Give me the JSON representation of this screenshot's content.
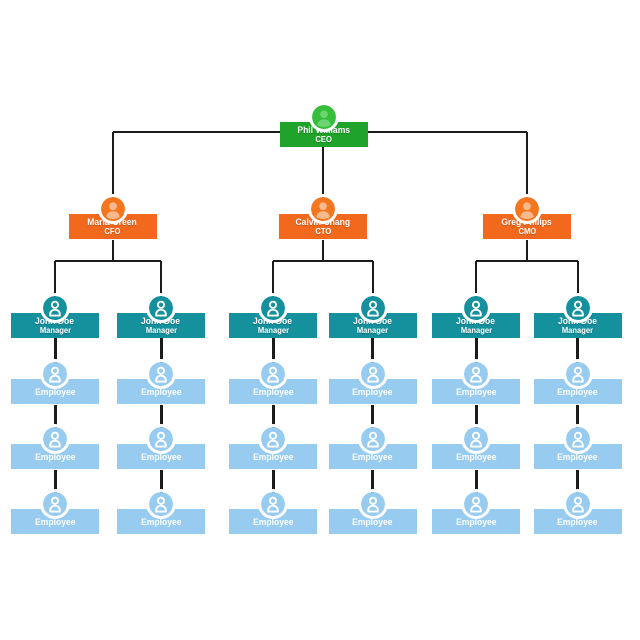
{
  "chart": {
    "type": "org-chart",
    "background": "#ffffff",
    "connector_color": "#1c1c1c",
    "levels": {
      "ceo": {
        "box_color": "#1FA32B",
        "icon_circle": "#36BD3C",
        "icon_person": "#6BD46E",
        "icon_style": "silhouette"
      },
      "executive": {
        "box_color": "#F2691E",
        "icon_circle": "#F4771F",
        "icon_person": "#F8B98D",
        "icon_style": "silhouette"
      },
      "manager": {
        "box_color": "#15909D",
        "icon_circle": "#15909D",
        "icon_person": "#ffffff",
        "icon_style": "outline"
      },
      "employee": {
        "box_color": "#97CBF0",
        "icon_circle": "#97CBF0",
        "icon_person": "#ffffff",
        "icon_style": "outline"
      }
    },
    "ceo": {
      "name": "Phil Williams",
      "title": "CEO"
    },
    "executives": [
      {
        "name": "Maria Green",
        "title": "CFO"
      },
      {
        "name": "Calvin Chang",
        "title": "CTO"
      },
      {
        "name": "Greg Philips",
        "title": "CMO"
      }
    ],
    "managers": [
      {
        "name": "John Doe",
        "title": "Manager"
      },
      {
        "name": "John Doe",
        "title": "Manager"
      },
      {
        "name": "John Doe",
        "title": "Manager"
      },
      {
        "name": "John Doe",
        "title": "Manager"
      },
      {
        "name": "John Doe",
        "title": "Manager"
      },
      {
        "name": "John Doe",
        "title": "Manager"
      }
    ],
    "employee_label": "Employee",
    "employees_per_manager": 3
  }
}
